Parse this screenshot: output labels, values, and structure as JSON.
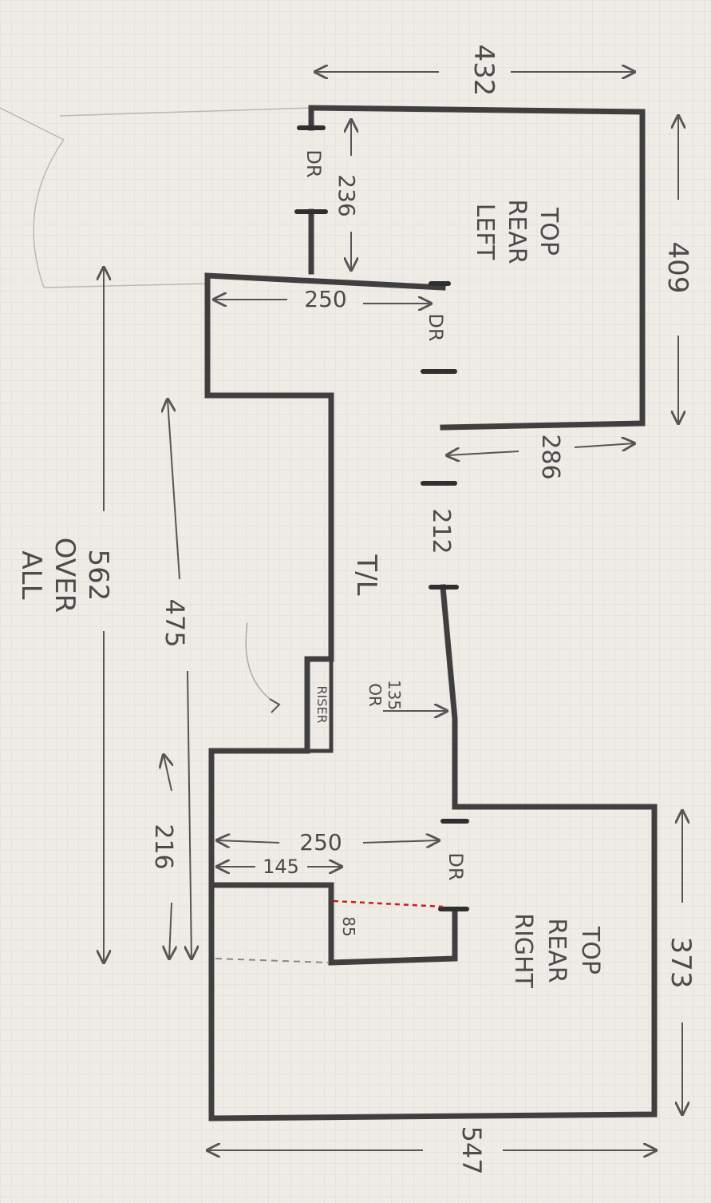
{
  "paper": {
    "background": "#efece6",
    "grid_color": "#d9d9e1",
    "pencil_color": "#3f3f3f",
    "light_pencil": "#9a9a9a",
    "dash_color": "#d11a1a"
  },
  "labels": {
    "top_rear_left": [
      "TOP",
      "REAR",
      "LEFT"
    ],
    "top_rear_right": [
      "TOP",
      "REAR",
      "RIGHT"
    ],
    "tl": "T/L",
    "riser": "RISER",
    "over_all": [
      "562",
      "OVER",
      "ALL"
    ]
  },
  "dimensions": {
    "d432": "432",
    "d409": "409",
    "d236": "236",
    "d250_upper": "250",
    "d286": "286",
    "d212": "212",
    "d135": [
      "135",
      "OR"
    ],
    "d475": "475",
    "d216": "216",
    "d250_lower": "250",
    "d145": "145",
    "d85": "85",
    "d373": "373",
    "d547": "547"
  },
  "doors": {
    "door_1": "DR",
    "door_2": "DR",
    "door_3": "DR"
  }
}
